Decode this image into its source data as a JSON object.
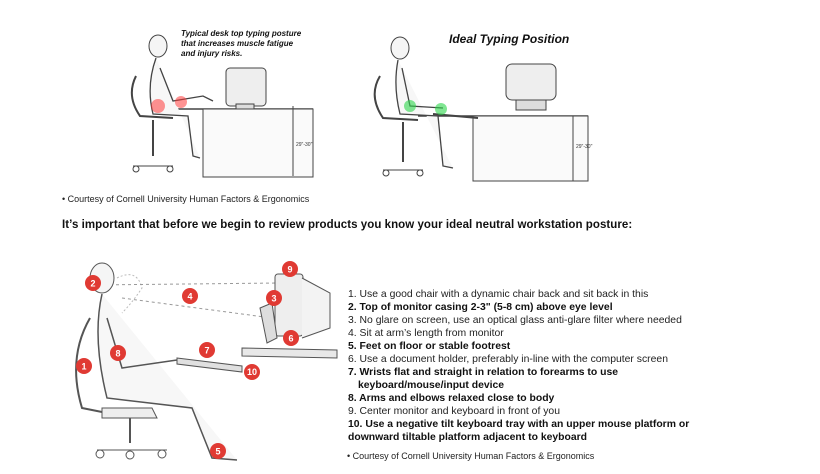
{
  "top_figure": {
    "left_caption": [
      "Typical desk top typing posture",
      "that increases muscle fatigue",
      "and injury risks."
    ],
    "right_title": "Ideal Typing Position",
    "height_label_left": "29\"-30\"",
    "height_label_right": "29\"-30\""
  },
  "courtesy_top": "Courtesy of Cornell University Human Factors & Ergonomics",
  "heading": "It’s important that before we begin to review products you know your ideal neutral workstation posture:",
  "diagram": {
    "badges": [
      "1",
      "2",
      "3",
      "4",
      "5",
      "6",
      "7",
      "8",
      "9",
      "10"
    ],
    "badge_color": "#e03a33"
  },
  "tips": [
    {
      "text": "1. Use a good chair with a dynamic chair back and sit back in this",
      "bold": false
    },
    {
      "text": "2. Top of monitor casing 2-3\" (5-8 cm) above eye level",
      "bold": true
    },
    {
      "text": "3. No glare on screen, use an optical glass anti-glare filter where needed",
      "bold": false
    },
    {
      "text": "4. Sit at arm’s length from monitor",
      "bold": false
    },
    {
      "text": "5. Feet on floor or stable footrest",
      "bold": true
    },
    {
      "text": "6. Use a document holder, preferably in-line with the computer screen",
      "bold": false
    },
    {
      "text": "7. Wrists flat and straight in relation to forearms to use",
      "bold": true
    },
    {
      "text": "    keyboard/mouse/input device",
      "bold": true
    },
    {
      "text": "8. Arms and elbows relaxed close to body",
      "bold": true
    },
    {
      "text": "9. Center monitor and keyboard in front of you",
      "bold": false
    },
    {
      "text": "10. Use a negative tilt keyboard tray with an upper mouse platform or",
      "bold": true
    },
    {
      "text": "downward tiltable platform adjacent to keyboard",
      "bold": true
    }
  ],
  "courtesy_bottom": "Courtesy of Cornell University Human Factors & Ergonomics"
}
